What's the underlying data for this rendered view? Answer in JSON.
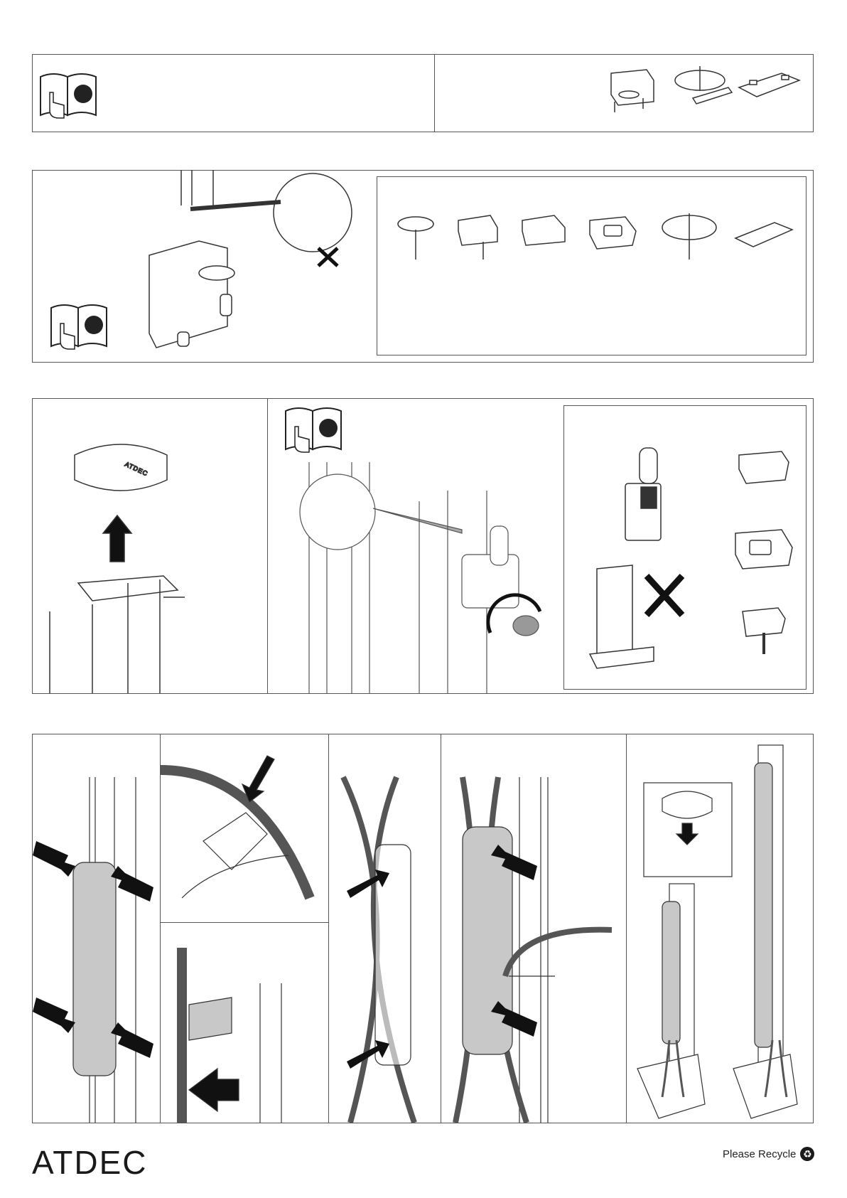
{
  "brand": {
    "logo": "ATDEC"
  },
  "footer": {
    "recycle_label": "Please Recycle",
    "recycle_icon": "recycle-icon"
  },
  "illustration": {
    "cap_label": "ATDEC"
  },
  "colors": {
    "line": "#555555",
    "cover_gray": "#c8c8c8",
    "cable": "#555555"
  }
}
